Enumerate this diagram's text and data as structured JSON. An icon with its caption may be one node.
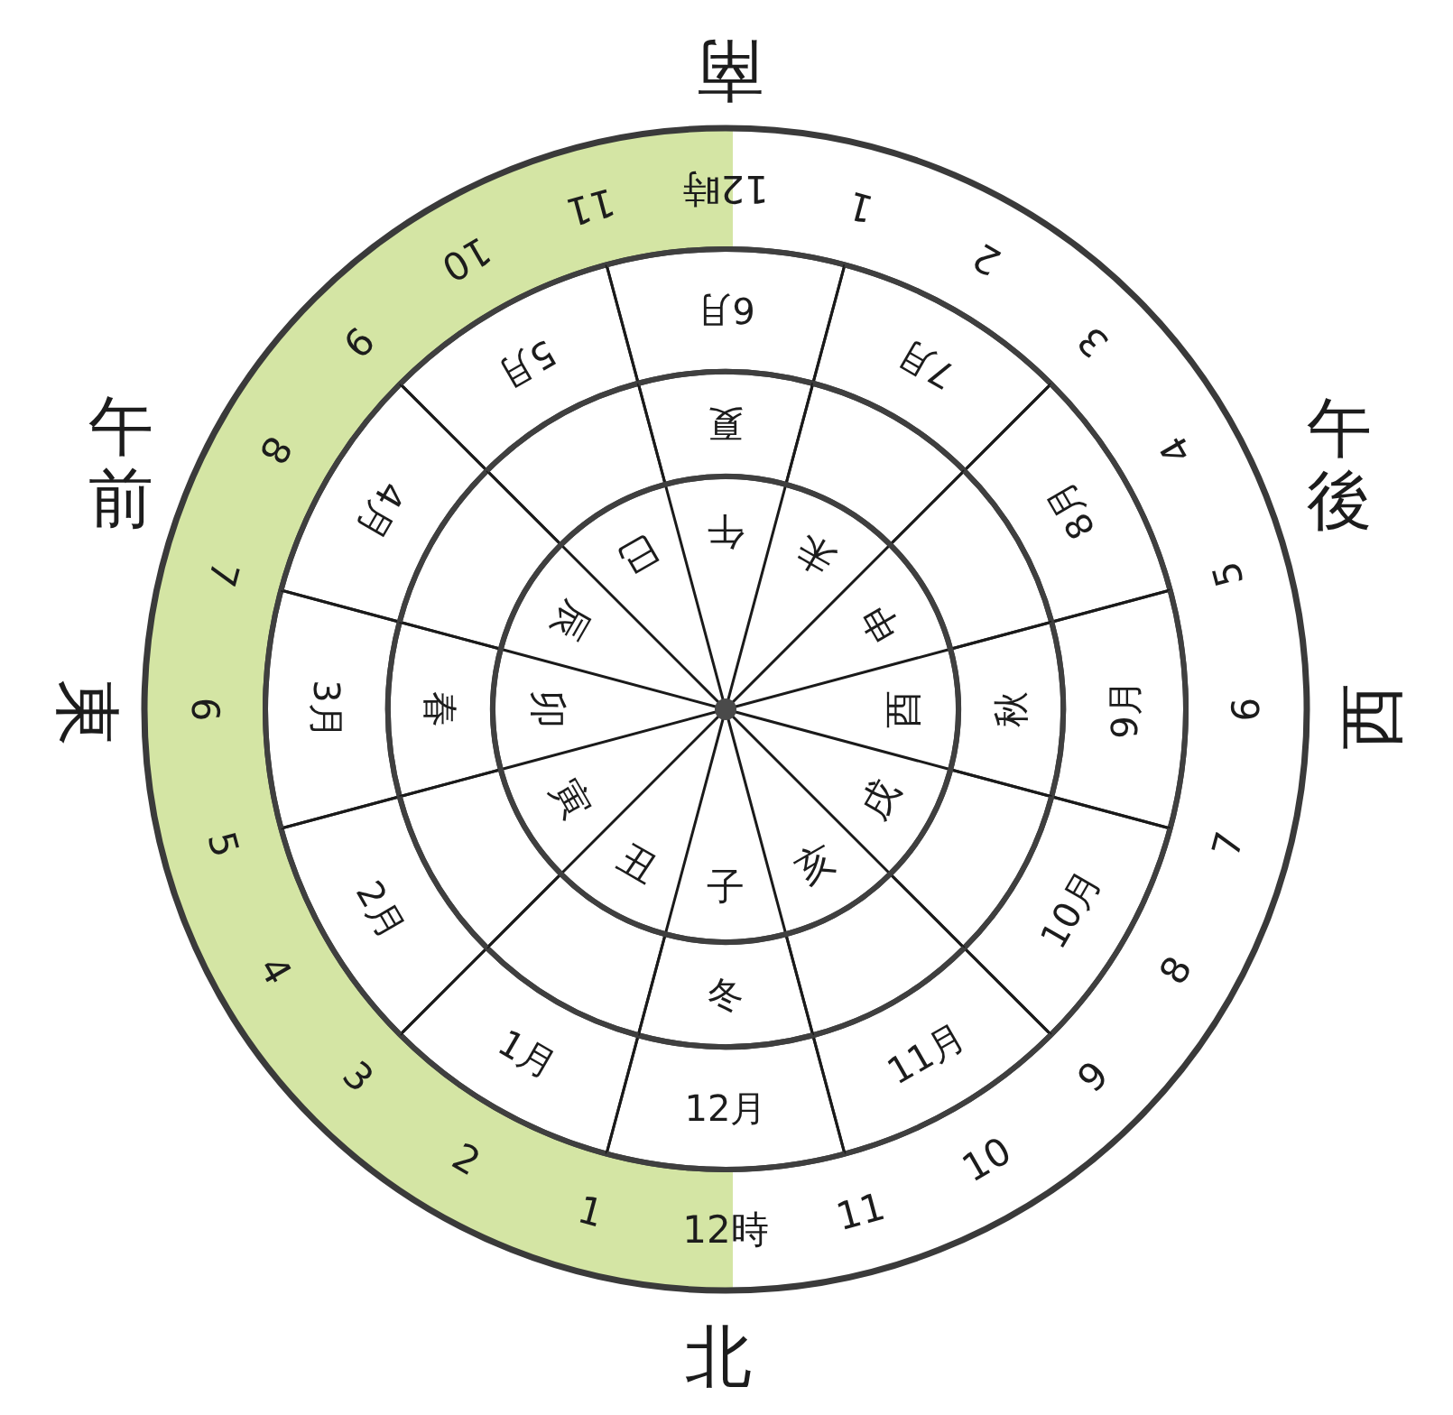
{
  "diagram": {
    "nodes": [
      {
        "text": [
          "12時",
          "1",
          "2",
          "3",
          "4",
          "5",
          "6",
          "7",
          "8",
          "9",
          "10",
          "11",
          "12時",
          "1",
          "2",
          "3",
          "4",
          "5",
          "6",
          "7",
          "8",
          "9",
          "10",
          "11"
        ]
      },
      {
        "text": [
          "1月"
        ],
        "in": 0
      },
      {
        "text": [
          "2月"
        ],
        "in": 0
      },
      {
        "text": [
          "3月"
        ],
        "in": 0
      },
      {
        "text": [
          "4月"
        ],
        "in": 0
      },
      {
        "text": [
          "5月"
        ],
        "in": 0
      },
      {
        "text": [
          "6月"
        ],
        "in": 0
      },
      {
        "text": [
          "7月"
        ],
        "in": 0
      },
      {
        "text": [
          "8月"
        ],
        "in": 0
      },
      {
        "text": [
          "9月"
        ],
        "in": 0
      },
      {
        "text": [
          "10月"
        ],
        "in": 0
      },
      {
        "text": [
          "11月"
        ],
        "in": 0
      },
      {
        "text": [
          "12月"
        ],
        "in": 0
      },
      {
        "text": [
          "春"
        ],
        "in": 0
      },
      {
        "text": [],
        "shape": "sector",
        "in": 0
      },
      {
        "text": [],
        "shape": "sector",
        "in": 0
      },
      {
        "text": [
          "夏"
        ],
        "in": 0
      },
      {
        "text": [],
        "shape": "sector",
        "in": 0
      },
      {
        "text": [],
        "shape": "sector",
        "in": 0
      },
      {
        "text": [
          "秋"
        ],
        "in": 0
      },
      {
        "text": [],
        "shape": "sector",
        "in": 0
      },
      {
        "text": [],
        "shape": "sector",
        "in": 0
      },
      {
        "text": [
          "冬"
        ],
        "in": 0
      },
      {
        "text": [],
        "shape": "sector",
        "in": 0
      },
      {
        "text": [],
        "shape": "sector",
        "in": 0
      },
      {
        "text": [
          "子",
          "丑",
          "寅",
          "卯",
          "辰",
          "巳",
          "午",
          "未",
          "申",
          "酉",
          "戌",
          "亥"
        ],
        "in": 0
      }
    ],
    "labels": [
      "南",
      "午前",
      "午後",
      "東",
      "西",
      "北"
    ]
  }
}
